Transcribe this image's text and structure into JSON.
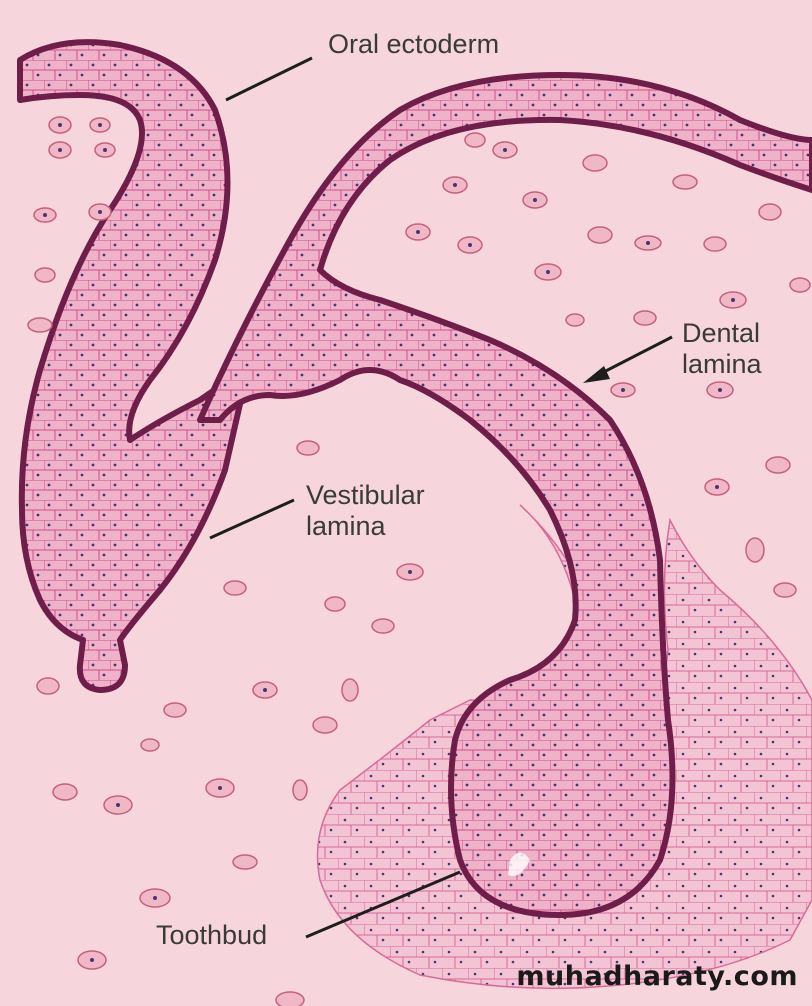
{
  "labels": {
    "oral_ectoderm": "Oral ectoderm",
    "dental_line1": "Dental",
    "dental_line2": "lamina",
    "vestibular_line1": "Vestibular",
    "vestibular_line2": "lamina",
    "toothbud": "Toothbud"
  },
  "watermark": "muhadharaty.com",
  "colors": {
    "background": "#f6d6dc",
    "tissue_fill": "#eeb0c6",
    "cell_border": "#cf4a86",
    "basal_layer": "#6e1e48",
    "nucleus": "#4a3470",
    "leader_line": "#1e1e1e"
  }
}
